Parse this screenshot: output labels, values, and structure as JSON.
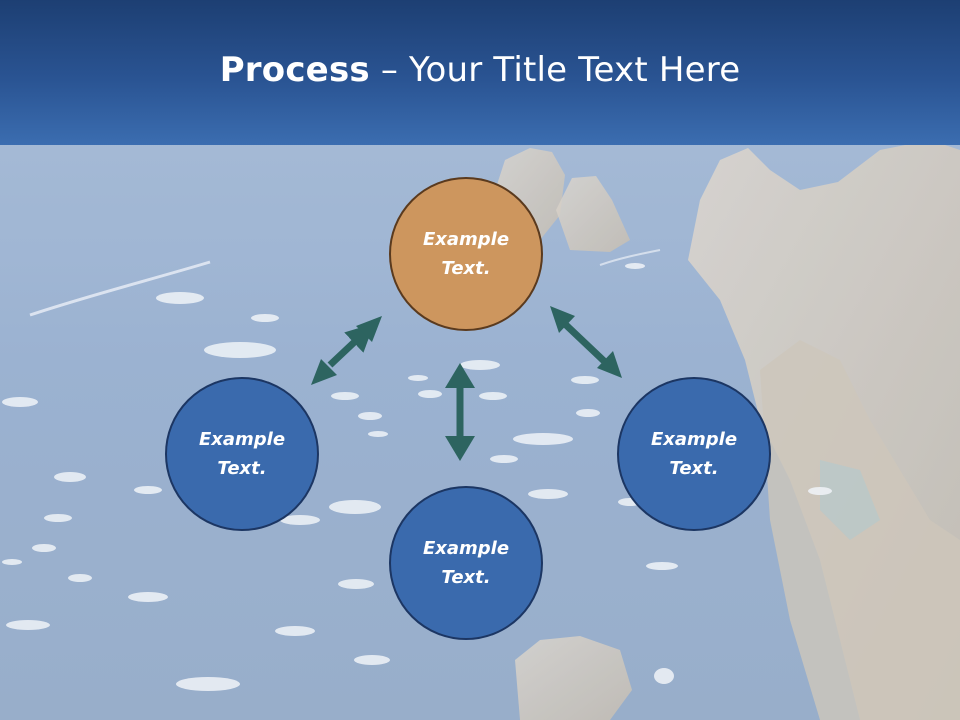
{
  "slide": {
    "title_bold": "Process",
    "title_rest": " – Your Title Text Here"
  },
  "nodes": [
    {
      "id": "top",
      "line1": "Example",
      "line2": "Text.",
      "color": "#cd965e"
    },
    {
      "id": "left",
      "line1": "Example",
      "line2": "Text.",
      "color": "#3a6aad"
    },
    {
      "id": "right",
      "line1": "Example",
      "line2": "Text.",
      "color": "#3a6aad"
    },
    {
      "id": "bottom",
      "line1": "Example",
      "line2": "Text.",
      "color": "#3a6aad"
    }
  ],
  "colors": {
    "arrow": "#2d6460",
    "header": "#2a5493"
  }
}
